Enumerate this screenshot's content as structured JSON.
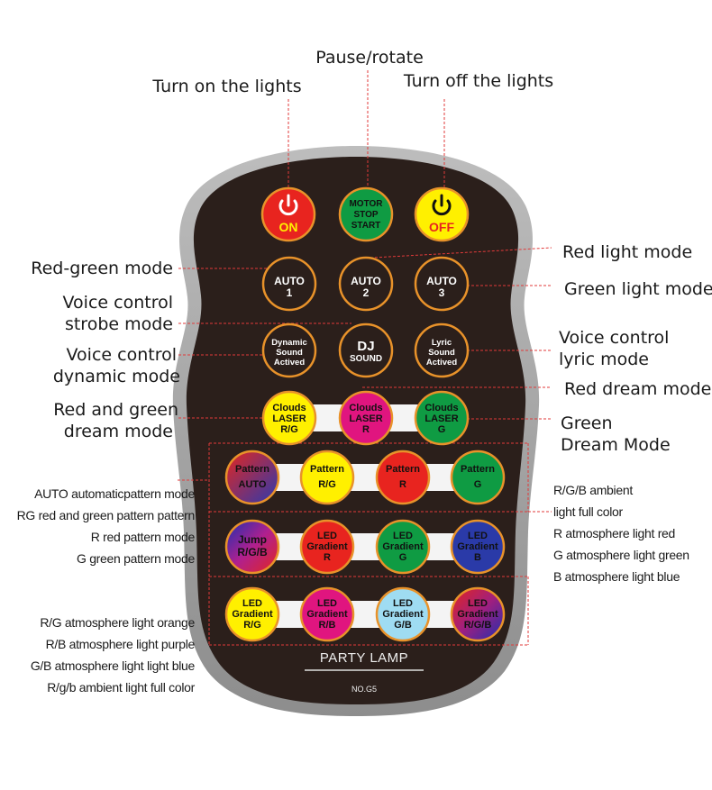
{
  "callouts": {
    "pause_rotate": "Pause/rotate",
    "turn_on": "Turn on the lights",
    "turn_off": "Turn off the lights",
    "red_light_mode": "Red light mode",
    "red_green_mode": "Red-green mode",
    "green_light_mode": "Green light mode",
    "voice_strobe_1": "Voice control",
    "voice_strobe_2": "strobe mode",
    "voice_lyric_1": "Voice control",
    "voice_lyric_2": "lyric mode",
    "voice_dynamic_1": "Voice control",
    "voice_dynamic_2": "dynamic mode",
    "red_dream_mode": "Red dream mode",
    "red_green_dream_1": "Red and green",
    "red_green_dream_2": "dream mode",
    "green_dream_1": "Green",
    "green_dream_2": "Dream Mode",
    "auto_pattern": "AUTO automaticpattern mode",
    "rg_pattern": "RG red and green pattern pattern",
    "r_pattern": "R red pattern mode",
    "g_pattern": "G green pattern mode",
    "rgb_ambient_1": "R/G/B ambient",
    "rgb_ambient_2": "light full color",
    "r_atmos": "R atmosphere light red",
    "g_atmos": "G atmosphere light green",
    "b_atmos": "B atmosphere light blue",
    "rg_orange": "R/G atmosphere light orange",
    "rb_purple": "R/B atmosphere light purple",
    "gb_blue": "G/B atmosphere light light blue",
    "rgb_full": "R/g/b ambient light full color"
  },
  "remote": {
    "brand": "PARTY LAMP",
    "model": "NO.G5",
    "buttons": {
      "on": "ON",
      "motor_1": "MOTOR",
      "motor_2": "STOP",
      "motor_3": "START",
      "off": "OFF",
      "auto1_a": "AUTO",
      "auto1_b": "1",
      "auto2_a": "AUTO",
      "auto2_b": "2",
      "auto3_a": "AUTO",
      "auto3_b": "3",
      "dyn_a": "Dynamic",
      "dyn_b": "Sound",
      "dyn_c": "Actived",
      "dj_a": "DJ",
      "dj_b": "SOUND",
      "lyric_a": "Lyric",
      "lyric_b": "Sound",
      "lyric_c": "Actived",
      "cl1_a": "Clouds",
      "cl1_b": "LASER",
      "cl1_c": "R/G",
      "cl2_a": "Clouds",
      "cl2_b": "LASER",
      "cl2_c": "R",
      "cl3_a": "Clouds",
      "cl3_b": "LASER",
      "cl3_c": "G",
      "pa_a": "Pattern",
      "pa_b": "AUTO",
      "prg_a": "Pattern",
      "prg_b": "R/G",
      "pr_a": "Pattern",
      "pr_b": "R",
      "pg_a": "Pattern",
      "pg_b": "G",
      "jump_a": "Jump",
      "jump_b": "R/G/B",
      "lgr_a": "LED",
      "lgr_b": "Gradient",
      "lgr_c": "R",
      "lgg_a": "LED",
      "lgg_b": "Gradient",
      "lgg_c": "G",
      "lgb_a": "LED",
      "lgb_b": "Gradient",
      "lgb_c": "B",
      "lrg_a": "LED",
      "lrg_b": "Gradient",
      "lrg_c": "R/G",
      "lrb_a": "LED",
      "lrb_b": "Gradient",
      "lrb_c": "R/B",
      "lgbb_a": "LED",
      "lgbb_b": "Gradient",
      "lgbb_c": "G/B",
      "lrgb_a": "LED",
      "lrgb_b": "Gradient",
      "lrgb_c": "R/G/B"
    }
  },
  "colors": {
    "body": "#2b1f1b",
    "rim": "#9a9a9a",
    "red": "#e8241f",
    "green": "#0f9b43",
    "yellow": "#fff000",
    "magenta": "#e0157f",
    "blue": "#2a3aa8",
    "light_blue": "#9fdcf2",
    "ring": "#e8922a",
    "guide": "#e23a3a"
  }
}
